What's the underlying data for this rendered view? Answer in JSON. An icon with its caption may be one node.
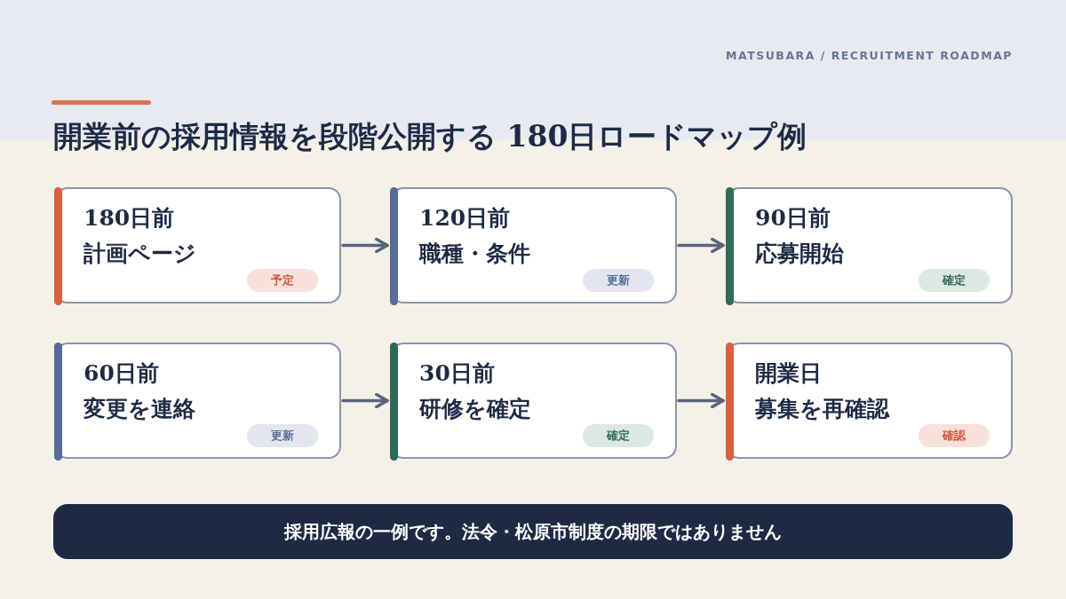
{
  "diagram": {
    "title": "開業前の採用情報を段階公開する 180日ロードマップ例",
    "nodes": [
      {
        "text": [
          "180日前",
          "計画ページ"
        ]
      },
      {
        "text": [
          "予定"
        ],
        "in": 0
      },
      {
        "text": [
          "120日前",
          "職種・条件"
        ]
      },
      {
        "text": [
          "更新"
        ],
        "in": 2
      },
      {
        "text": [
          "90日前",
          "応募開始"
        ]
      },
      {
        "text": [
          "確定"
        ],
        "in": 4
      },
      {
        "text": [
          "60日前",
          "変更を連絡"
        ]
      },
      {
        "text": [
          "更新"
        ],
        "in": 6
      },
      {
        "text": [
          "30日前",
          "研修を確定"
        ]
      },
      {
        "text": [
          "確定"
        ],
        "in": 8
      },
      {
        "text": [
          "開業日",
          "募集を再確認"
        ]
      },
      {
        "text": [
          "確認"
        ],
        "in": 10
      },
      {
        "text": [
          "採用広報の一例です。法令・松原市制度の期限ではありません"
        ]
      }
    ],
    "edges": [
      {
        "from": 0,
        "to": 2,
        "arrow": "to"
      },
      {
        "from": 2,
        "to": 4,
        "arrow": "to"
      },
      {
        "from": 6,
        "to": 8,
        "arrow": "to"
      },
      {
        "from": 8,
        "to": 10,
        "arrow": "to"
      }
    ],
    "labels": [
      "MATSUBARA / RECRUITMENT ROADMAP"
    ]
  }
}
